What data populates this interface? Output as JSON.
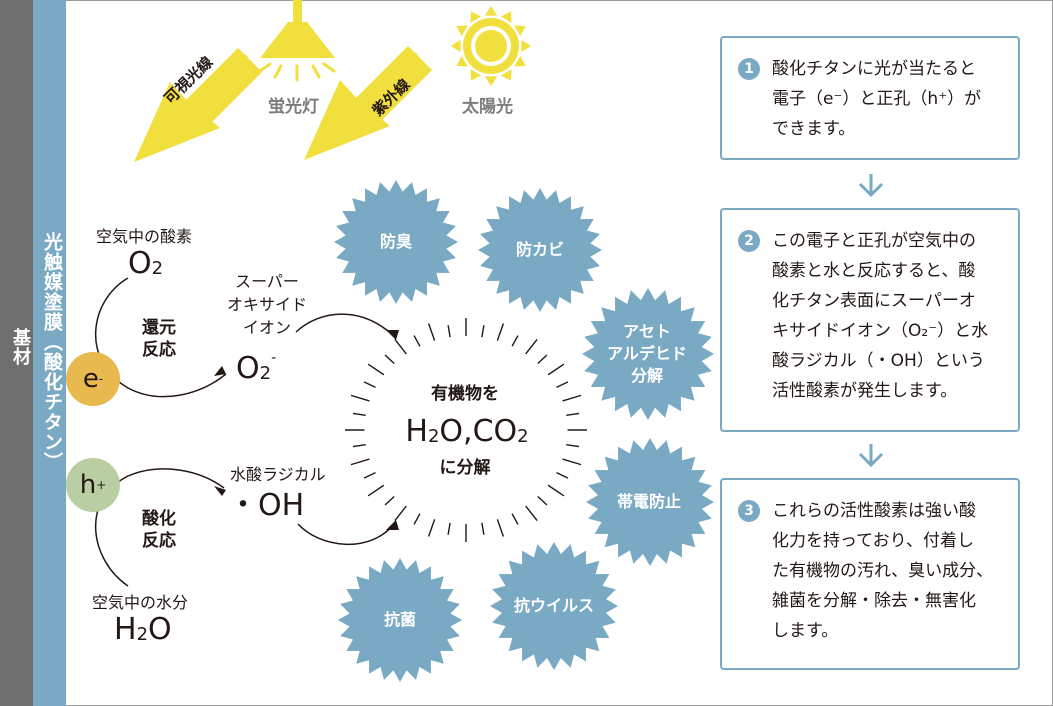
{
  "substrate_label": "基材",
  "coating_label": "光触媒塗膜（酸化チタン）",
  "light_sources": {
    "fluorescent_label": "蛍光灯",
    "sun_label": "太陽光",
    "visible_light_label": "可視光線",
    "uv_label": "紫外線"
  },
  "left": {
    "electron_symbol": "e",
    "electron_sup": "-",
    "hole_symbol": "h",
    "hole_sup": "+",
    "oxygen_caption": "空気中の酸素",
    "oxygen_formula": "O",
    "oxygen_sub": "2",
    "reduction_label": "還元\n反応",
    "superoxide_caption": "スーパー\nオキサイド\nイオン",
    "superoxide_formula": "O",
    "superoxide_sub": "2",
    "superoxide_sup": "-",
    "oxidation_label": "酸化\n反応",
    "hydroxyl_caption": "水酸ラジカル",
    "hydroxyl_formula": "・OH",
    "water_caption": "空気中の水分",
    "water_formula_h": "H",
    "water_formula_sub": "2",
    "water_formula_o": "O"
  },
  "center": {
    "line1": "有機物を",
    "h2o_h": "H",
    "h2o_sub": "2",
    "h2o_rest": "O,CO",
    "co2_sub": "2",
    "line3": "に分解"
  },
  "effects": {
    "deodorize": "防臭",
    "antimold": "防カビ",
    "acetaldehyde": "アセト\nアルデヒド\n分解",
    "antistatic": "帯電防止",
    "antibacterial": "抗菌",
    "antivirus": "抗ウイルス"
  },
  "steps": [
    {
      "num": "1",
      "text": "酸化チタンに光が当たると\n電子（e⁻）と正孔（h⁺）が\nできます。"
    },
    {
      "num": "2",
      "text": "この電子と正孔が空気中の\n酸素と水と反応すると、酸\n化チタン表面にスーパーオ\nキサイドイオン（O₂⁻）と水\n酸ラジカル（・OH）という\n活性酸素が発生します。"
    },
    {
      "num": "3",
      "text": "これらの活性酸素は強い酸\n化力を持っており、付着し\nた有機物の汚れ、臭い成分、\n雑菌を分解・除去・無害化\nします。"
    }
  ],
  "colors": {
    "substrate": "#6f6f6f",
    "coating": "#7aa9c3",
    "light_yellow": "#f0df3c",
    "star_blue": "#7aa9c3",
    "electron": "#e7b94f",
    "hole": "#b9cea2"
  }
}
